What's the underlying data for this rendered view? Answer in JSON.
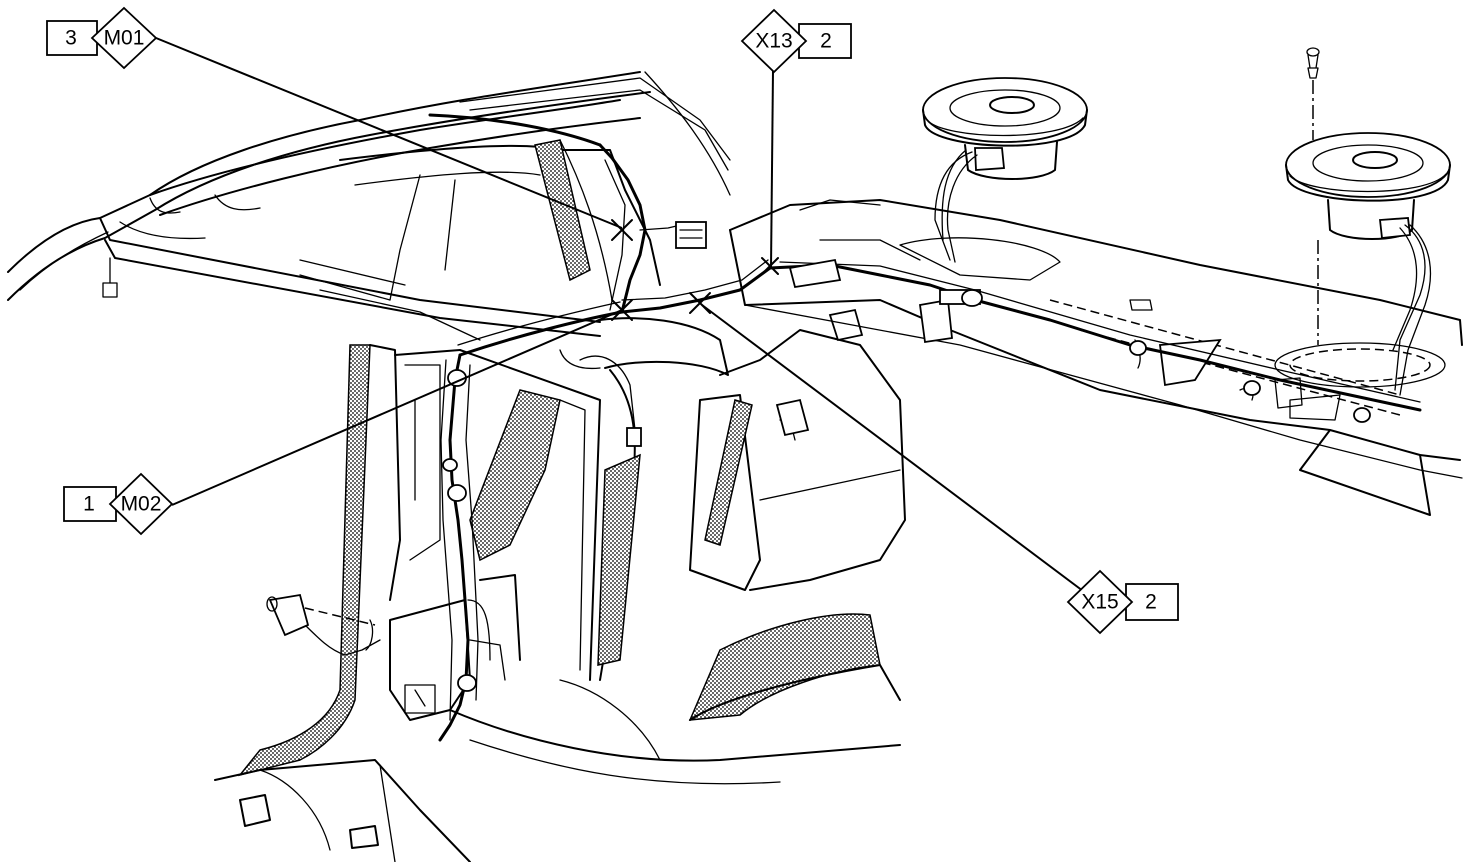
{
  "callouts": [
    {
      "id": "M01",
      "number": "3"
    },
    {
      "id": "M02",
      "number": "1"
    },
    {
      "id": "X13",
      "number": "2"
    },
    {
      "id": "X15",
      "number": "2"
    }
  ]
}
